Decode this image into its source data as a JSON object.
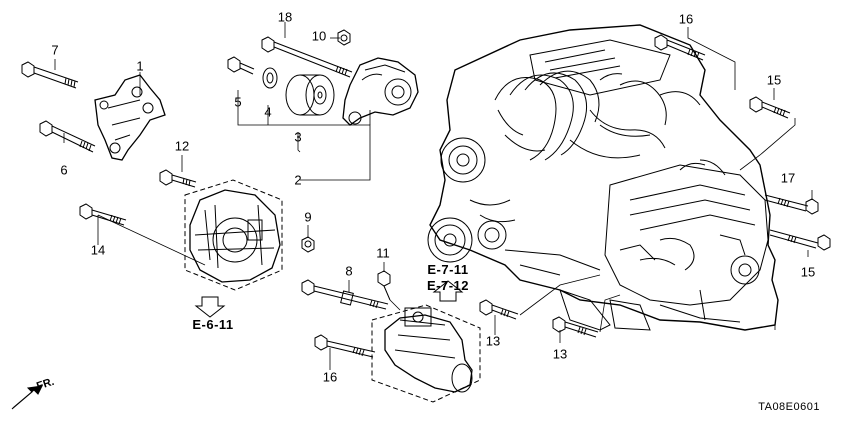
{
  "callouts": [
    {
      "id": "1",
      "label": "1"
    },
    {
      "id": "2",
      "label": "2"
    },
    {
      "id": "3",
      "label": "3"
    },
    {
      "id": "4",
      "label": "4"
    },
    {
      "id": "5",
      "label": "5"
    },
    {
      "id": "6",
      "label": "6"
    },
    {
      "id": "7",
      "label": "7"
    },
    {
      "id": "8",
      "label": "8"
    },
    {
      "id": "9",
      "label": "9"
    },
    {
      "id": "10",
      "label": "10"
    },
    {
      "id": "11",
      "label": "11"
    },
    {
      "id": "12",
      "label": "12"
    },
    {
      "id": "13",
      "label": "13"
    },
    {
      "id": "14",
      "label": "14"
    },
    {
      "id": "15",
      "label": "15"
    },
    {
      "id": "16",
      "label": "16"
    },
    {
      "id": "17",
      "label": "17"
    },
    {
      "id": "18",
      "label": "18"
    }
  ],
  "references": {
    "alternator_ref": "E-6-11",
    "starter_ref_1": "E-7-11",
    "starter_ref_2": "E-7-12"
  },
  "front_indicator": "FR.",
  "diagram_code": "TA08E0601",
  "colors": {
    "line": "#000000",
    "background": "#ffffff"
  }
}
